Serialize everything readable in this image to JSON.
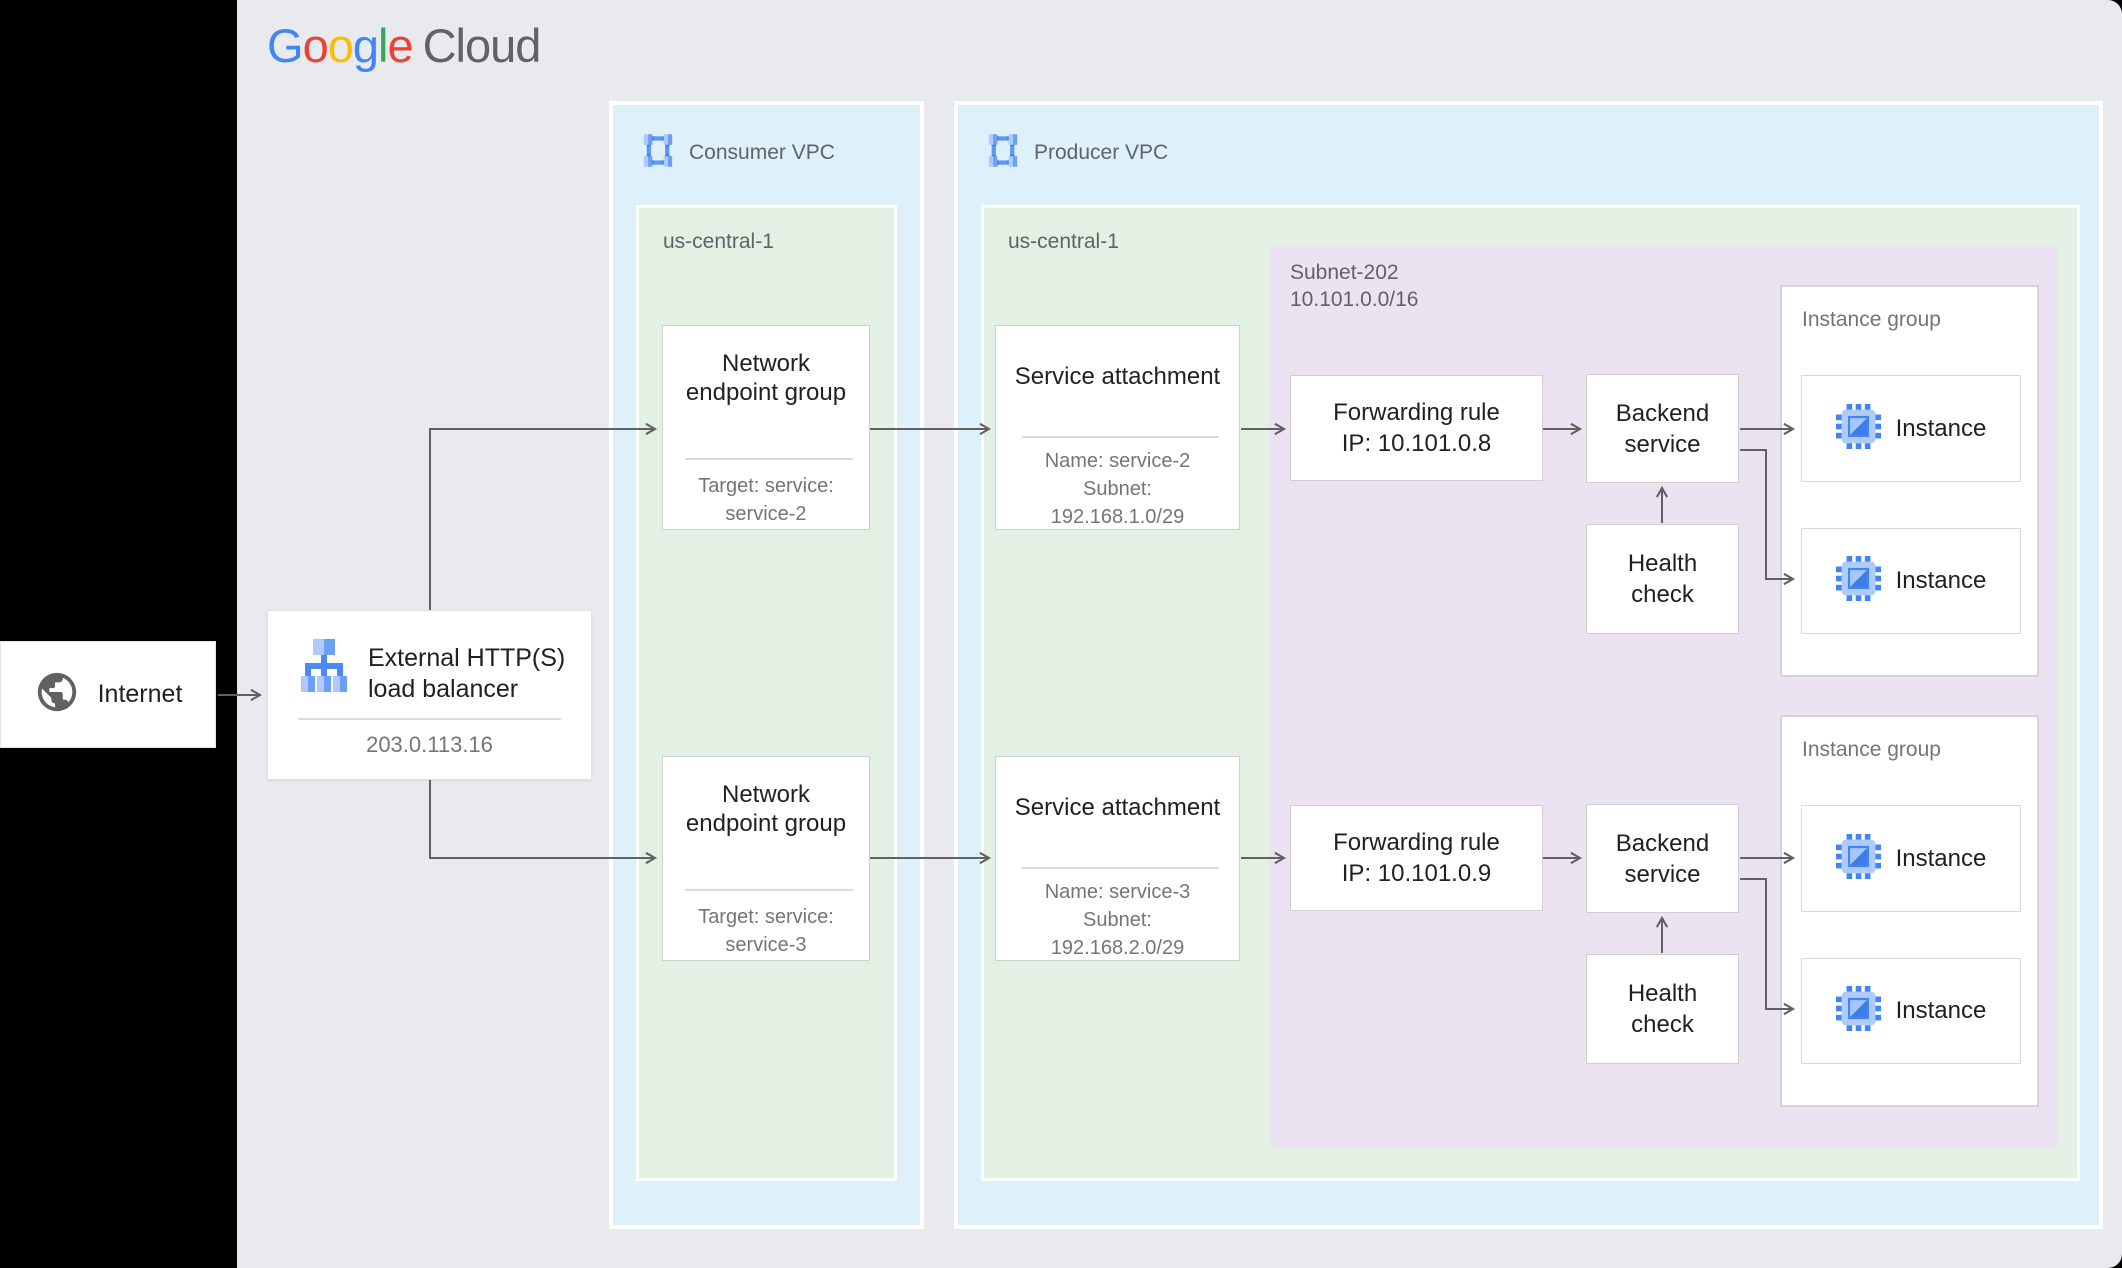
{
  "colors": {
    "canvas_bg": "#E8EAED",
    "vpc_bg": "#DEF0FA",
    "region_bg": "#E3F0E4",
    "subnet_bg": "#EBE3F2",
    "arrow": "#616161",
    "google_blue": "#4285F4",
    "google_red": "#EA4335",
    "google_yellow": "#FBBC04",
    "google_green": "#34A853",
    "cloud_gray": "#5F6368"
  },
  "logo": {
    "l0": "G",
    "l1": "o",
    "l2": "o",
    "l3": "g",
    "l4": "l",
    "l5": "e",
    "cloud": "Cloud"
  },
  "internet": {
    "label": "Internet"
  },
  "load_balancer": {
    "title_line1": "External HTTP(S)",
    "title_line2": "load balancer",
    "ip": "203.0.113.16"
  },
  "consumer_vpc": {
    "label": "Consumer VPC",
    "region": "us-central-1",
    "neg_top": {
      "title_line1": "Network",
      "title_line2": "endpoint group",
      "detail_line1": "Target: service:",
      "detail_line2": "service-2"
    },
    "neg_bottom": {
      "title_line1": "Network",
      "title_line2": "endpoint group",
      "detail_line1": "Target: service:",
      "detail_line2": "service-3"
    }
  },
  "producer_vpc": {
    "label": "Producer VPC",
    "region": "us-central-1",
    "sa_top": {
      "title": "Service attachment",
      "detail_line1": "Name: service-2",
      "detail_line2": "Subnet:",
      "detail_line3": "192.168.1.0/29"
    },
    "sa_bottom": {
      "title": "Service attachment",
      "detail_line1": "Name: service-3",
      "detail_line2": "Subnet:",
      "detail_line3": "192.168.2.0/29"
    },
    "subnet": {
      "name": "Subnet-202",
      "cidr": "10.101.0.0/16",
      "top": {
        "fr_line1": "Forwarding rule",
        "fr_line2": "IP: 10.101.0.8",
        "bs_line1": "Backend",
        "bs_line2": "service",
        "hc_line1": "Health",
        "hc_line2": "check",
        "ig_label": "Instance group",
        "instance1": "Instance",
        "instance2": "Instance"
      },
      "bottom": {
        "fr_line1": "Forwarding rule",
        "fr_line2": "IP: 10.101.0.9",
        "bs_line1": "Backend",
        "bs_line2": "service",
        "hc_line1": "Health",
        "hc_line2": "check",
        "ig_label": "Instance group",
        "instance1": "Instance",
        "instance2": "Instance"
      }
    }
  }
}
